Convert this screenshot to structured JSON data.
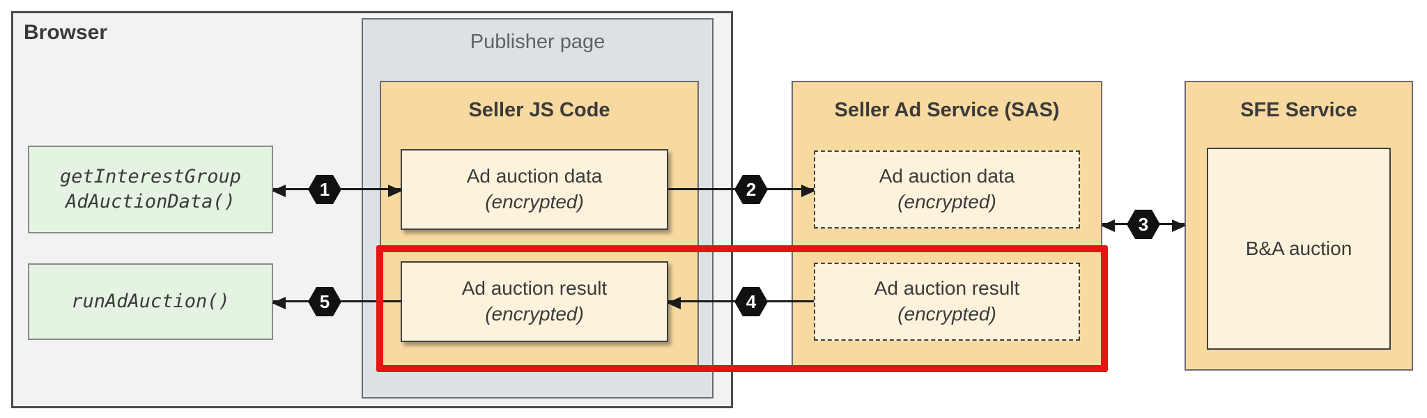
{
  "browser": {
    "label": "Browser",
    "get_interest_group": {
      "line1": "getInterestGroup",
      "line2": "AdAuctionData()"
    },
    "run_ad_auction": {
      "line1": "runAdAuction()"
    }
  },
  "publisher_page": {
    "label": "Publisher page"
  },
  "seller_js": {
    "title": "Seller JS Code",
    "auction_data": {
      "line1": "Ad auction data",
      "line2": "(encrypted)"
    },
    "auction_result": {
      "line1": "Ad auction result",
      "line2": "(encrypted)"
    }
  },
  "sas": {
    "title": "Seller Ad Service (SAS)",
    "auction_data": {
      "line1": "Ad auction data",
      "line2": "(encrypted)"
    },
    "auction_result": {
      "line1": "Ad auction result",
      "line2": "(encrypted)"
    }
  },
  "sfe": {
    "title": "SFE Service",
    "auction_box": "B&A auction"
  },
  "steps": {
    "step1": "1",
    "step2": "2",
    "step3": "3",
    "step4": "4",
    "step5": "5"
  },
  "colors": {
    "service_orange": "#f8d9a0",
    "inner_cream": "#fdf3dc",
    "api_green": "#e5f3e3",
    "browser_gray": "#f1f2f3",
    "publisher_gray": "#dde1e5",
    "highlight_red": "#e81313",
    "badge_black": "#111111"
  }
}
